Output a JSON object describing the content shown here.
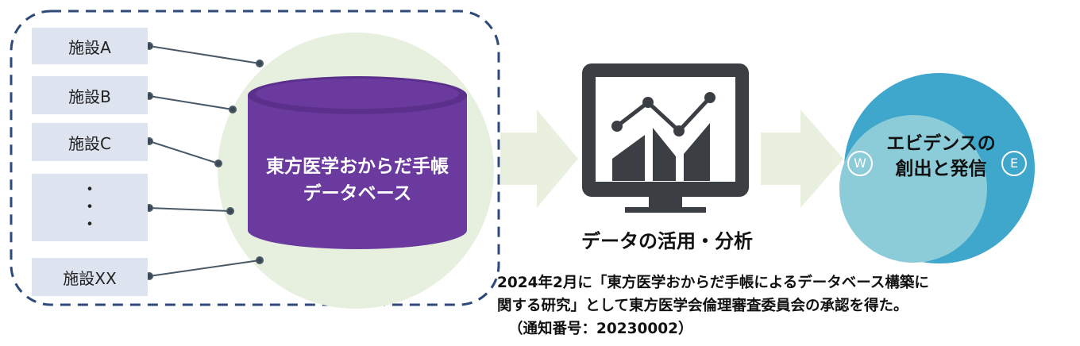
{
  "facilities": {
    "a": "施設A",
    "b": "施設B",
    "c": "施設C",
    "dots": [
      "・",
      "・",
      "・"
    ],
    "xx": "施設XX"
  },
  "database": {
    "line1": "東方医学おからだ手帳",
    "line2": "データベース"
  },
  "analysis": {
    "caption": "データの活用・分析"
  },
  "evidence": {
    "line1": "エビデンスの",
    "line2": "創出と発信",
    "left_badge": "W",
    "right_badge": "E"
  },
  "note": {
    "line1": "2024年2月に「東方医学おからだ手帳によるデータベース構築に",
    "line2": "関する研究」として東方医学会倫理審査委員会の承認を得た。",
    "line3": "（通知番号：20230002）"
  },
  "colors": {
    "dashed_border": "#2f4a7a",
    "facility_fill": "#dde4f0",
    "cylinder": "#6a3a9e",
    "halo": "#e7efde",
    "arrow": "#e9f0df",
    "monitor": "#3b3f44",
    "circle_outer": "#3fa6cc",
    "circle_inner": "#8cccd9"
  }
}
